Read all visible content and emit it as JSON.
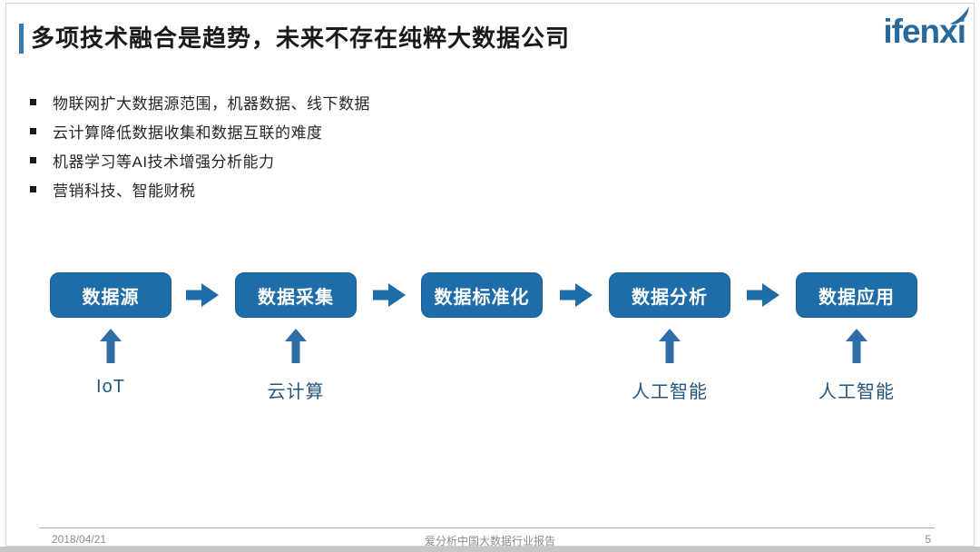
{
  "title": "多项技术融合是趋势，未来不存在纯粹大数据公司",
  "logo": {
    "text": "ifenxi"
  },
  "bullets": [
    "物联网扩大数据源范围，机器数据、线下数据",
    "云计算降低数据收集和数据互联的难度",
    "机器学习等AI技术增强分析能力",
    "营销科技、智能财税"
  ],
  "flow": {
    "steps": [
      {
        "label": "数据源",
        "enabler": "IoT"
      },
      {
        "label": "数据采集",
        "enabler": "云计算"
      },
      {
        "label": "数据标准化"
      },
      {
        "label": "数据分析",
        "enabler": "人工智能"
      },
      {
        "label": "数据应用",
        "enabler": "人工智能"
      }
    ]
  },
  "footer": {
    "date": "2018/04/21",
    "report_title": "爱分析中国大数据行业报告",
    "page_number": "5"
  },
  "colors": {
    "accent_bar": "#3878ad",
    "title_text": "#1a1a1a",
    "logo_blue": "#28689b",
    "box_blue": "#1e6ca8",
    "box_border": "#175e94",
    "flow_arrow_blue": "#1e6ca8",
    "up_arrow_blue": "#2e6da6",
    "enabler_text": "#26567d",
    "footer_text": "#8c8c8c",
    "footer_line": "#a6a6a6",
    "slide_border": "#d2d2d2",
    "bottom_strip": "#c7c7c7"
  }
}
